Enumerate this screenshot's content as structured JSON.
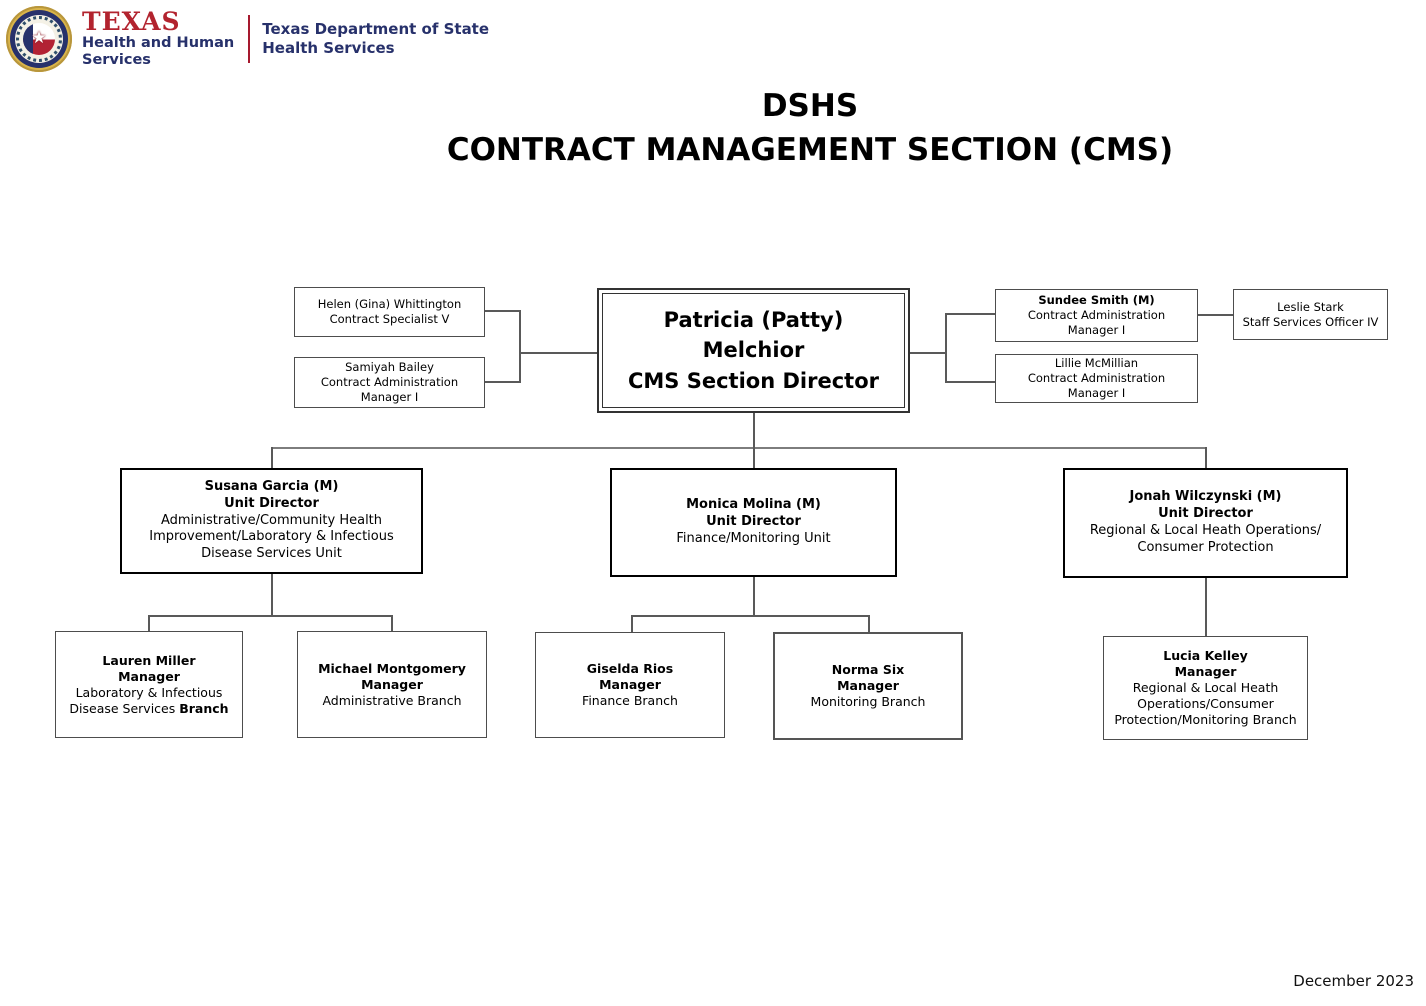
{
  "logo": {
    "agency_top": "TEXAS",
    "agency_mid": "Health and Human",
    "agency_bottom": "Services",
    "dept_line1": "Texas Department of State",
    "dept_line2": "Health Services",
    "colors": {
      "texas_red": "#B2232E",
      "navy": "#27316B",
      "divider_red": "#A6192E",
      "seal_gold": "#D9B44A"
    }
  },
  "title": {
    "line1": "DSHS",
    "line2": "CONTRACT MANAGEMENT SECTION (CMS)"
  },
  "org": {
    "director": {
      "name_line1": "Patricia (Patty)",
      "name_line2": "Melchior",
      "title": "CMS Section Director"
    },
    "left_staff": [
      {
        "name": "Helen (Gina) Whittington",
        "title": "Contract Specialist V"
      },
      {
        "name": "Samiyah Bailey",
        "title": "Contract Administration Manager I"
      }
    ],
    "right_staff": [
      {
        "name": "Sundee Smith (M)",
        "title": "Contract Administration Manager I"
      },
      {
        "name": "Leslie Stark",
        "title": "Staff Services Officer IV"
      },
      {
        "name": "Lillie McMillian",
        "title": "Contract Administration Manager I"
      }
    ],
    "unit_directors": [
      {
        "name": "Susana Garcia (M)",
        "title": "Unit Director",
        "unit": "Administrative/Community Health Improvement/Laboratory & Infectious Disease Services Unit"
      },
      {
        "name": "Monica Molina (M)",
        "title": "Unit Director",
        "unit": "Finance/Monitoring Unit"
      },
      {
        "name": "Jonah Wilczynski (M)",
        "title": "Unit Director",
        "unit": "Regional & Local Heath Operations/ Consumer Protection"
      }
    ],
    "managers": [
      {
        "name": "Lauren Miller",
        "title": "Manager",
        "branch_regular": "Laboratory & Infectious Disease Services ",
        "branch_bold": "Branch"
      },
      {
        "name": "Michael Montgomery",
        "title": "Manager",
        "branch": "Administrative Branch"
      },
      {
        "name": "Giselda Rios",
        "title": "Manager",
        "branch": "Finance Branch"
      },
      {
        "name": "Norma Six",
        "title": "Manager",
        "branch": "Monitoring Branch"
      },
      {
        "name": "Lucia Kelley",
        "title": "Manager",
        "branch": "Regional & Local Heath Operations/Consumer Protection/Monitoring Branch"
      }
    ]
  },
  "footer": {
    "date": "December 2023"
  }
}
